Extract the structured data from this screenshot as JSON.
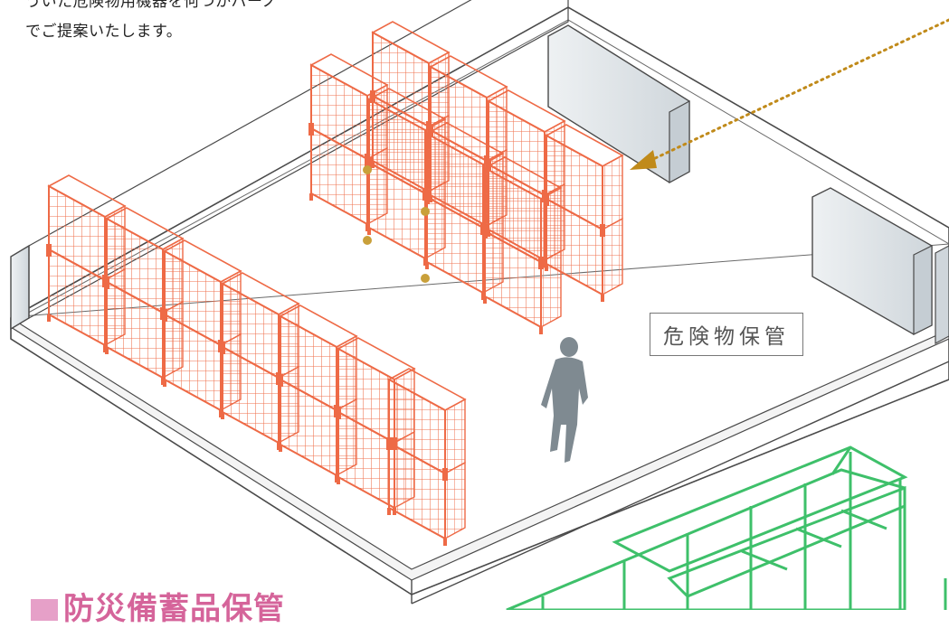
{
  "intro_text": {
    "line1": "ういた危険物用機器を何つかバーノ",
    "line2": "でご提案いたします。"
  },
  "zone_label": "危険物保管",
  "section_heading": "防災備蓄品保管",
  "colors": {
    "cage_red": "#ee6a46",
    "rack_green": "#3ec06a",
    "floor_outline": "#4a4a4a",
    "wall_fill": "#dfe4e8",
    "arrow_gold": "#c08a1a",
    "person": "#7f8a91",
    "heading_pink": "#d5649a"
  },
  "icons": [
    "person-silhouette",
    "dotted-arrow"
  ]
}
